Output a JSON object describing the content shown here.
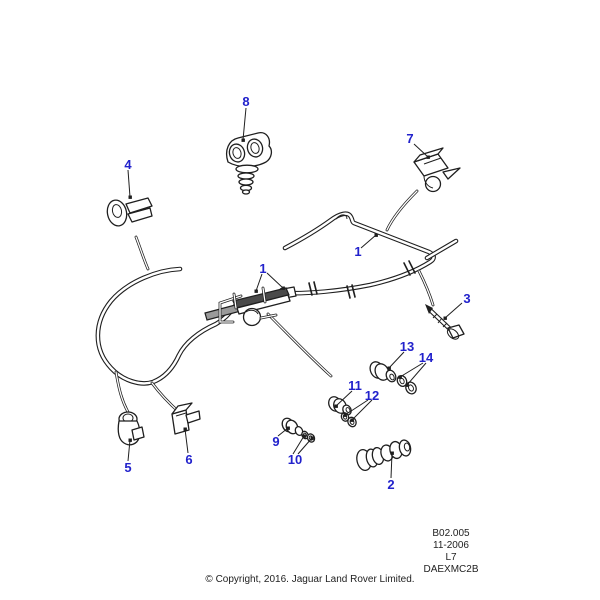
{
  "page": {
    "background": "#ffffff",
    "line_color": "#1f1f1f",
    "label_color": "#2222cc"
  },
  "callouts": [
    {
      "id": "8",
      "label": "8"
    },
    {
      "id": "7",
      "label": "7"
    },
    {
      "id": "4",
      "label": "4"
    },
    {
      "id": "1a",
      "label": "1"
    },
    {
      "id": "1b",
      "label": "1"
    },
    {
      "id": "3",
      "label": "3"
    },
    {
      "id": "13",
      "label": "13"
    },
    {
      "id": "14",
      "label": "14"
    },
    {
      "id": "11",
      "label": "11"
    },
    {
      "id": "12",
      "label": "12"
    },
    {
      "id": "9",
      "label": "9"
    },
    {
      "id": "10",
      "label": "10"
    },
    {
      "id": "5",
      "label": "5"
    },
    {
      "id": "6",
      "label": "6"
    },
    {
      "id": "2",
      "label": "2"
    }
  ],
  "footer": {
    "doc_ref": [
      "B02.005",
      "11-2006",
      "L7",
      "DAEXMC2B"
    ],
    "copyright": "© Copyright, 2016. Jaguar Land Rover Limited."
  }
}
